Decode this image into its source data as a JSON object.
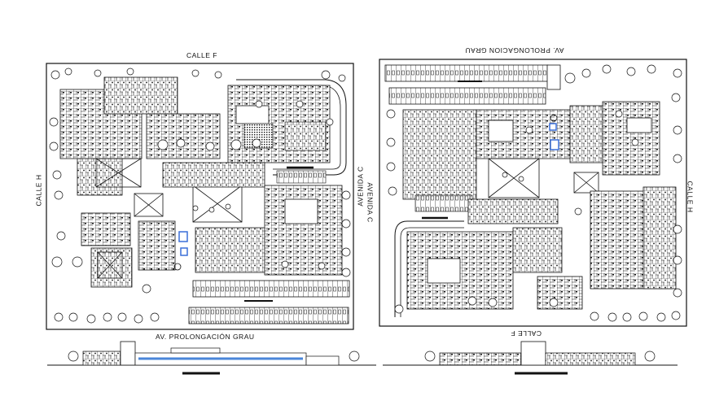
{
  "plan_left": {
    "street_top": "CALLE F",
    "street_left": "CALLE H",
    "street_right": "AVENIDA C",
    "street_bottom": "AV. PROLONGACIÓN GRAU"
  },
  "plan_right": {
    "street_top": "AV. PROLONGACION GRAU",
    "street_left": "AVENIDA C",
    "street_right": "CALLE H",
    "street_bottom": "CALLE F"
  },
  "colors": {
    "line": "#111111",
    "pool": "#3a6fd8",
    "glass": "#4a86d9"
  }
}
